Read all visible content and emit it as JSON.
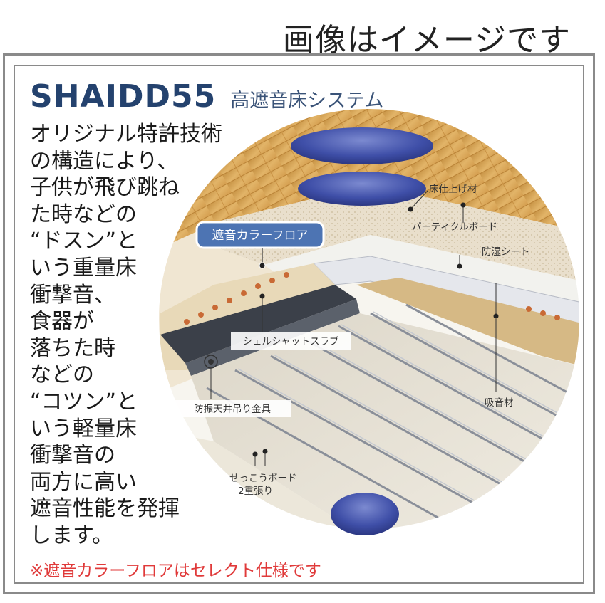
{
  "header": {
    "note": "画像はイメージです"
  },
  "title": {
    "brand": "SHAIDD55",
    "subtitle": "高遮音床システム"
  },
  "description": [
    "オリジナル特許技術",
    "の構造により、",
    "子供が飛び跳ね",
    "た時などの",
    "“ドスン”と",
    "いう重量床",
    "衝撃音、",
    "食器が",
    "落ちた時",
    "などの",
    "“コツン”と",
    "いう軽量床",
    "衝撃音の",
    "両方に高い",
    "遮音性能を発揮",
    "します。"
  ],
  "footnote": "※遮音カラーフロアはセレクト仕様です",
  "diagram": {
    "callout": "遮音カラーフロア",
    "labels": {
      "floor_finish": "床仕上げ材",
      "particle_board": "パーティクルボード",
      "moisture_sheet": "防湿シート",
      "slab": "シェルシャットスラブ",
      "hanger": "防振天井吊り金具",
      "absorber": "吸音材",
      "gypsum_line1": "せっこうボード",
      "gypsum_line2": "2重張り"
    },
    "colors": {
      "brand": "#24426e",
      "note": "#e03a3a",
      "callout_bg": "#4d74b3",
      "wood": "#d9a85a",
      "sound_wave": "#3f4fa8"
    }
  }
}
